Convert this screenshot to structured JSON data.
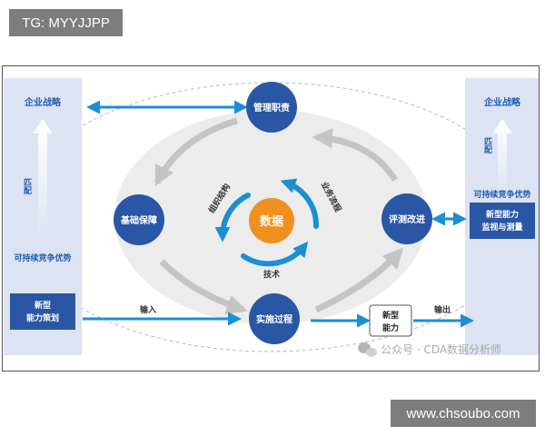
{
  "watermarks": {
    "top": "TG: MYYJJPP",
    "bottom": "www.chsoubo.com",
    "wechat": "公众号 · CDA数据分析师"
  },
  "left_panel": {
    "top_label": "企业战略",
    "match_label": "匹配",
    "bottom_label": "可持续竞争优势",
    "box_label_line1": "新型",
    "box_label_line2": "能力策划"
  },
  "right_panel": {
    "top_label": "企业战略",
    "match_label": "匹配",
    "bottom_label": "可持续竞争优势",
    "box_label_line1": "新型能力",
    "box_label_line2": "监视与测量"
  },
  "nodes": {
    "top": "管理职责",
    "left": "基础保障",
    "right": "评测改进",
    "bottom": "实施过程",
    "center": "数据"
  },
  "cycle_labels": {
    "org": "组织结构",
    "process": "业务流程",
    "tech": "技术"
  },
  "flow": {
    "input": "输入",
    "output": "输出",
    "result_line1": "新型",
    "result_line2": "能力"
  },
  "colors": {
    "node_fill": "#2a56a6",
    "center_fill": "#f0901e",
    "panel_fill": "#dde3f2",
    "arrow_blue": "#1a8fd6",
    "panel_text": "#1f5eb4"
  }
}
